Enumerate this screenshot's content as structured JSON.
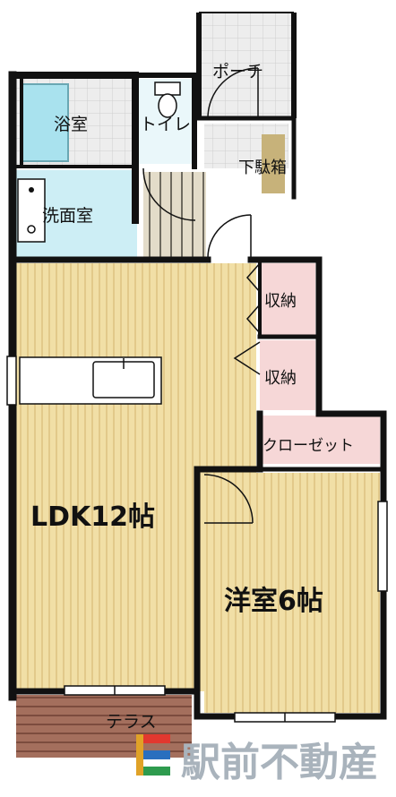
{
  "rooms": {
    "porch": "ポーチ",
    "bath": "浴室",
    "toilet": "トイレ",
    "shoe_box": "下駄箱",
    "washroom": "洗面室",
    "storage_1": "収納",
    "storage_2": "収納",
    "closet": "クローゼット",
    "ldk": "LDK12帖",
    "western_room": "洋室6帖",
    "terrace": "テラス"
  },
  "watermark": {
    "company": "駅前不動産",
    "logo_letter": "E"
  },
  "colors": {
    "wall": "#111111",
    "wood_floor": "#f1dfa6",
    "wood_stripe": "#e2c98a",
    "tile": "#e6e6e6",
    "bath": "#a9e2ee",
    "wash": "#cdeef5",
    "storage": "#f6d7d7",
    "terrace": "#a46f5d",
    "entrance": "#e3dcc9"
  }
}
